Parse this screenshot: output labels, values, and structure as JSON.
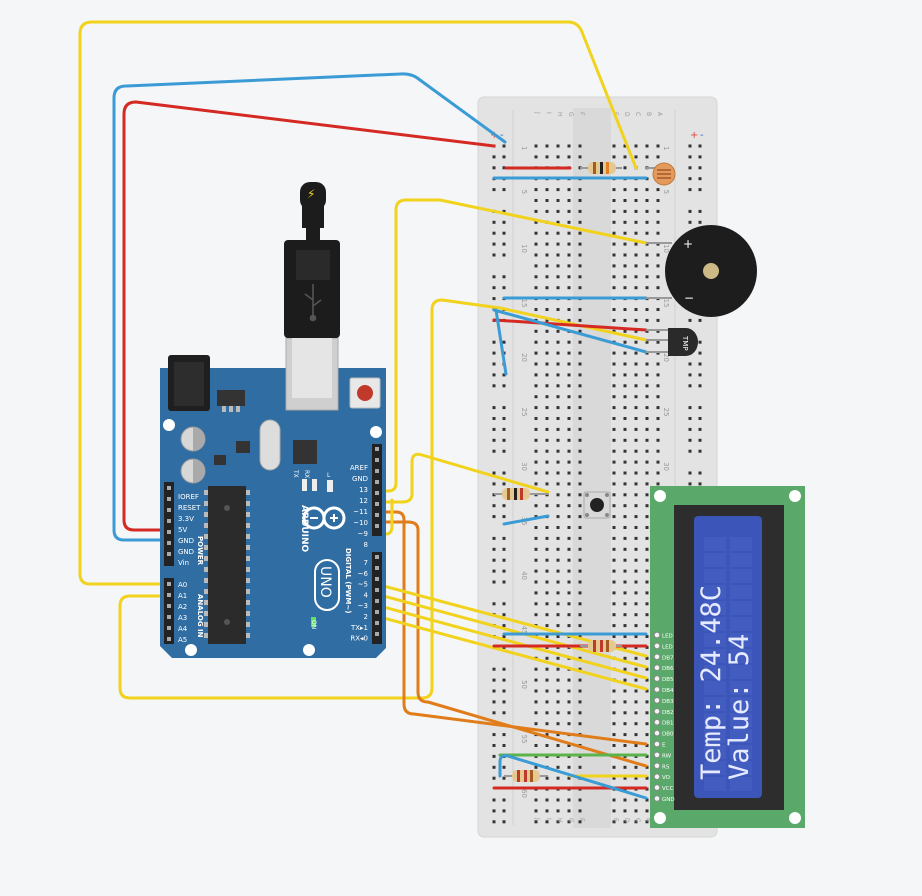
{
  "board": {
    "brand": "ARDUINO",
    "model": "UNO",
    "on_label": "ON",
    "l_label": "L",
    "tx_label": "TX",
    "rx_label": "RX",
    "power_header_title": "POWER",
    "power_pins": [
      "IOREF",
      "RESET",
      "3.3V",
      "5V",
      "GND",
      "GND",
      "Vin"
    ],
    "analog_header_title": "ANALOG IN",
    "analog_pins": [
      "A0",
      "A1",
      "A2",
      "A3",
      "A4",
      "A5"
    ],
    "digital_header_title": "DIGITAL (PWM~)",
    "digital_top_pins": [
      "AREF",
      "GND",
      "13",
      "12",
      "~11",
      "~10",
      "~9",
      "8"
    ],
    "digital_bottom_pins": [
      "7",
      "~6",
      "~5",
      "4",
      "~3",
      "2",
      "TX▸1",
      "RX◂0"
    ]
  },
  "breadboard": {
    "row_numbers": [
      "1",
      "5",
      "10",
      "15",
      "20",
      "25",
      "30",
      "35",
      "40",
      "45",
      "50",
      "55",
      "60"
    ],
    "col_letters": [
      "J",
      "I",
      "H",
      "G",
      "F",
      "E",
      "D",
      "C",
      "B",
      "A"
    ],
    "rail_plus": "+",
    "rail_minus": "-"
  },
  "components": {
    "buzzer_plus": "+",
    "buzzer_minus": "−",
    "tmp_label": "TMP",
    "usb_icon": "usb-icon",
    "lcd_pins": [
      "LED",
      "LED",
      "DB7",
      "DB6",
      "DB5",
      "DB4",
      "DB3",
      "DB2",
      "DB1",
      "DB0",
      "E",
      "RW",
      "RS",
      "VO",
      "VCC",
      "GND"
    ]
  },
  "lcd": {
    "line1": "Temp: 24.48C",
    "line2": "Value: 54"
  },
  "colors": {
    "wire_red": "#d42a23",
    "wire_blue": "#3a9bd5",
    "wire_yellow": "#f1d21d",
    "wire_orange": "#e07c1a",
    "wire_green": "#5bb34a",
    "board_blue": "#2f6da2",
    "lcd_green": "#5aa96a",
    "lcd_screen": "#3b55b8",
    "breadboard": "#e3e3e3"
  }
}
